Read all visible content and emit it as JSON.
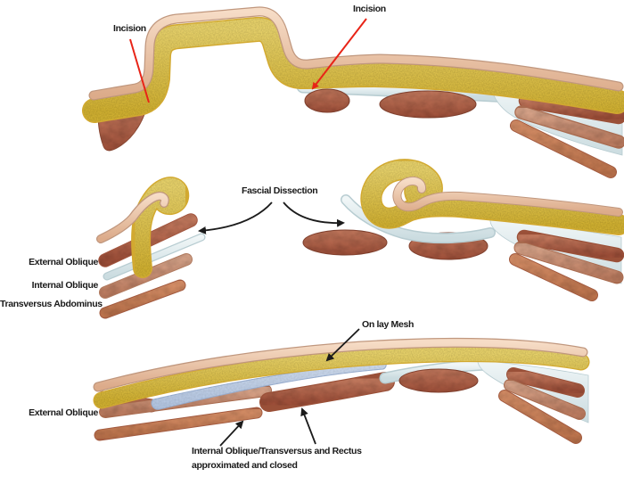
{
  "figure": {
    "description": "Three-panel surgical illustration of onlay mesh hernia repair",
    "panels": [
      "incision-plan",
      "fascial-dissection",
      "onlay-mesh-closure"
    ]
  },
  "labels": {
    "incision_left": "Incision",
    "incision_right": "Incision",
    "fascial_dissection": "Fascial Dissection",
    "external_oblique_mid": "External Oblique",
    "internal_oblique_mid": "Internal Oblique",
    "transversus_abdominus": "Transversus Abdominus",
    "onlay_mesh": "On lay Mesh",
    "external_oblique_bottom": "External Oblique",
    "closure_line1": "Internal Oblique/Transversus and Rectus",
    "closure_line2": "approximated and closed"
  },
  "colors": {
    "background": "#ffffff",
    "skin": "#eccbb2",
    "fat": "#ecd155",
    "fascia": "#e3eef0",
    "muscle_dark": "#b4654a",
    "muscle_medium": "#d0987e",
    "muscle_light": "#cf8660",
    "mesh": "#c6d5eb",
    "annotation_red": "#e82417",
    "annotation_black": "#1b1b1b",
    "label_text": "#1a1a1a"
  }
}
